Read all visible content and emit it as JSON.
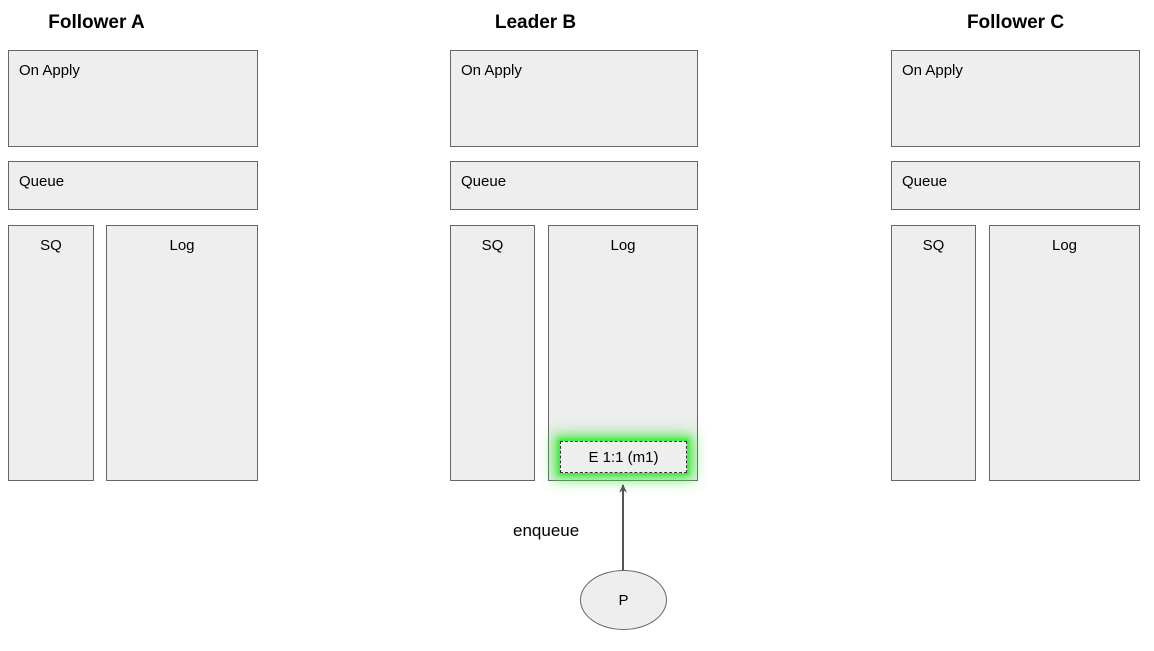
{
  "diagram": {
    "title_font_size": 19,
    "colors": {
      "box_fill": "#eeeeee",
      "box_border": "#666666",
      "highlight_glow": "#3ceb3c",
      "entry_border": "#333333",
      "arrow": "#555555",
      "text": "#000000",
      "background": "#ffffff"
    },
    "nodes": [
      {
        "id": "follower-a",
        "title": "Follower A",
        "on_apply_label": "On Apply",
        "queue_label": "Queue",
        "sq_label": "SQ",
        "log_label": "Log",
        "log_entries": []
      },
      {
        "id": "leader-b",
        "title": "Leader B",
        "on_apply_label": "On Apply",
        "queue_label": "Queue",
        "sq_label": "SQ",
        "log_label": "Log",
        "log_entries": [
          {
            "text": "E 1:1 (m1)",
            "highlighted": true
          }
        ]
      },
      {
        "id": "follower-c",
        "title": "Follower C",
        "on_apply_label": "On Apply",
        "queue_label": "Queue",
        "sq_label": "SQ",
        "log_label": "Log",
        "log_entries": []
      }
    ],
    "producer": {
      "label": "P",
      "edge_label": "enqueue",
      "edge_target": "leader-b-log-entry-0"
    }
  }
}
